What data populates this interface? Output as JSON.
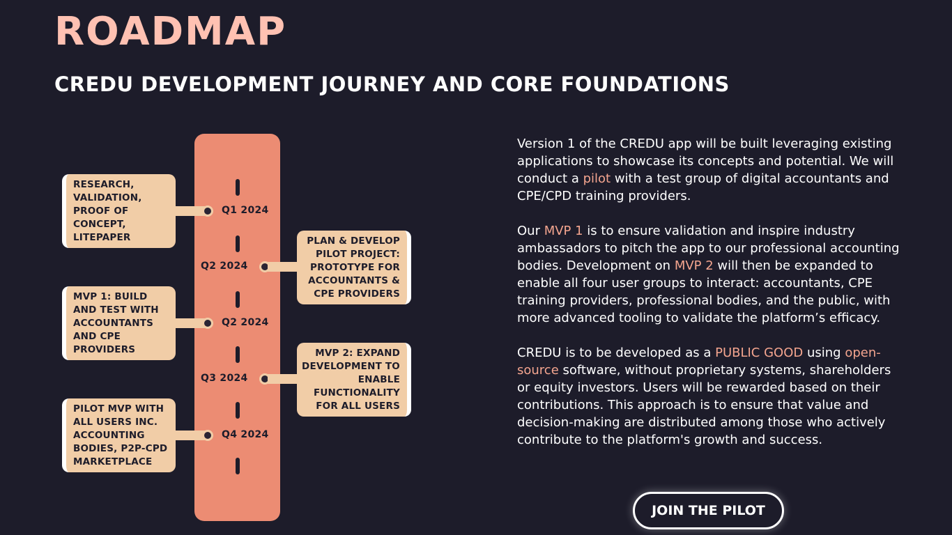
{
  "header": {
    "title": "ROADMAP",
    "subtitle": "CREDU DEVELOPMENT JOURNEY AND CORE FOUNDATIONS"
  },
  "timeline": {
    "milestones": [
      {
        "quarter": "Q1 2024",
        "side": "left",
        "text": "RESEARCH, VALIDATION, PROOF OF CONCEPT, LITEPAPER"
      },
      {
        "quarter": "Q2 2024",
        "side": "right",
        "text": "PLAN & DEVELOP PILOT PROJECT: PROTOTYPE FOR ACCOUNTANTS & CPE PROVIDERS"
      },
      {
        "quarter": "Q2 2024",
        "side": "left",
        "text": "MVP 1: BUILD AND TEST WITH ACCOUNTANTS AND CPE PROVIDERS"
      },
      {
        "quarter": "Q3 2024",
        "side": "right",
        "text": "MVP 2: EXPAND DEVELOPMENT TO ENABLE FUNCTIONALITY FOR ALL USERS"
      },
      {
        "quarter": "Q4 2024",
        "side": "left",
        "text": "PILOT MVP WITH ALL USERS INC. ACCOUNTING BODIES, P2P-CPD MARKETPLACE"
      }
    ]
  },
  "content": {
    "p1_a": "Version 1 of the CREDU app will be built leveraging existing applications to showcase its concepts and potential. We will conduct a ",
    "p1_hl": "pilot",
    "p1_b": " with a test group of digital accountants and CPE/CPD training providers.",
    "p2_a": "Our ",
    "p2_hl1": "MVP 1",
    "p2_b": " is to ensure validation and inspire industry ambassadors to pitch the app to our professional accounting bodies. Development on ",
    "p2_hl2": "MVP 2",
    "p2_c": " will then be expanded to enable all four user groups to interact: accountants, CPE training providers, professional bodies, and the public, with more advanced tooling to validate the platform’s efficacy.",
    "p3_a": "CREDU is to be developed as a ",
    "p3_hl1": "PUBLIC GOOD",
    "p3_b": " using ",
    "p3_hl2": "open-source",
    "p3_c": " software, without proprietary systems, shareholders or equity investors. Users will be rewarded based on their contributions. This approach is to ensure that value and decision-making are distributed among those who actively contribute to the platform's growth and success."
  },
  "cta": {
    "label": "JOIN THE PILOT"
  },
  "colors": {
    "background": "#1d1c2a",
    "accent_title": "#ffc1b2",
    "spine": "#ec8c73",
    "card": "#f1cda7",
    "highlight": "#f4a58f"
  }
}
